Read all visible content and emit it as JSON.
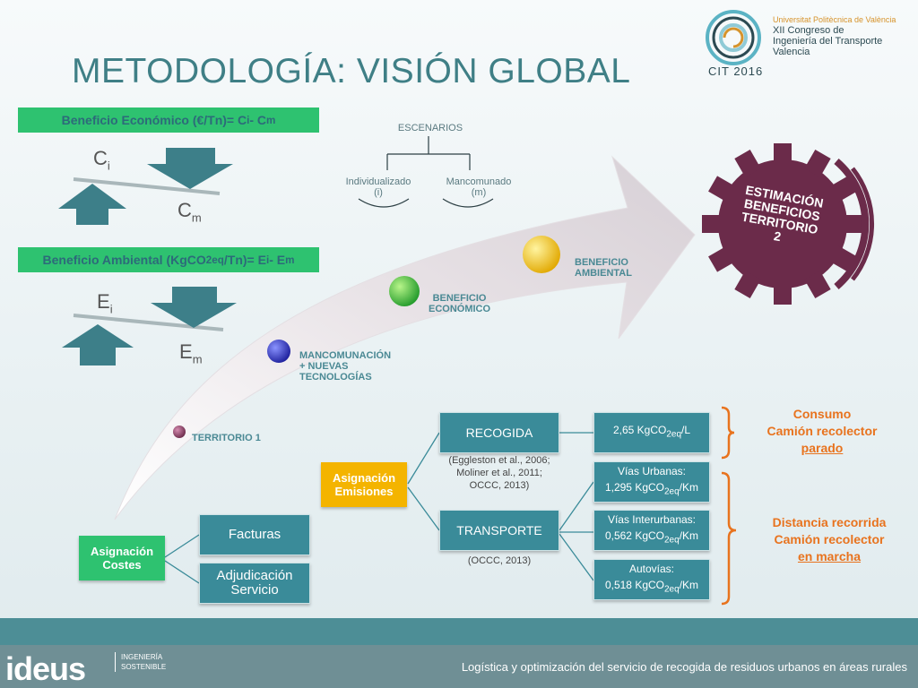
{
  "title": "METODOLOGÍA: VISIÓN GLOBAL",
  "logo": {
    "university": "Universitat Politècnica de València",
    "congress_line1": "XII Congreso de",
    "congress_line2": "Ingeniería del Transporte",
    "city": "Valencia",
    "year": "CIT 2016"
  },
  "economic": {
    "header_prefix": "Beneficio Económico (€/Tn)= C",
    "header_sub1": "i",
    "header_mid": " - C",
    "header_sub2": "m",
    "ci_main": "C",
    "ci_sub": "i",
    "cm_main": "C",
    "cm_sub": "m"
  },
  "environmental": {
    "header_prefix": "Beneficio Ambiental (KgCO",
    "header_sub": "2eq",
    "header_mid": "/Tn)= E",
    "header_sub1": "i",
    "header_mid2": " - E",
    "header_sub2": "m",
    "ei_main": "E",
    "ei_sub": "i",
    "em_main": "E",
    "em_sub": "m"
  },
  "scenarios": {
    "title": "ESCENARIOS",
    "left_line1": "Individualizado",
    "left_line2": "(i)",
    "right_line1": "Mancomunado",
    "right_line2": "(m)"
  },
  "steps": {
    "territorio1": "TERRITORIO 1",
    "mancom_line1": "MANCOMUNACIÓN",
    "mancom_line2": "+ NUEVAS",
    "mancom_line3": "TECNOLOGÍAS",
    "econ_line1": "BENEFICIO",
    "econ_line2": "ECONÓMICO",
    "amb_line1": "BENEFICIO",
    "amb_line2": "AMBIENTAL"
  },
  "gear": {
    "line1": "ESTIMACIÓN",
    "line2": "BENEFICIOS",
    "line3": "TERRITORIO",
    "line4": "2"
  },
  "costes": {
    "label_line1": "Asignación",
    "label_line2": "Costes",
    "facturas": "Facturas",
    "adj_line1": "Adjudicación",
    "adj_line2": "Servicio"
  },
  "emisiones": {
    "label_line1": "Asignación",
    "label_line2": "Emisiones",
    "recogida": "RECOGIDA",
    "transporte": "TRANSPORTE",
    "ref_recogida_line1": "(Eggleston et al., 2006;",
    "ref_recogida_line2": "Moliner et al., 2011;",
    "ref_recogida_line3": "OCCC, 2013)",
    "ref_transporte": "(OCCC, 2013)",
    "recogida_value_pre": "2,65 KgCO",
    "recogida_value_sub": "2eq",
    "recogida_value_post": "/L",
    "urbanas_label": "Vías Urbanas:",
    "urbanas_pre": "1,295 KgCO",
    "urbanas_sub": "2eq",
    "urbanas_post": "/Km",
    "interurbanas_label": "Vías Interurbanas:",
    "interurbanas_pre": "0,562 KgCO",
    "interurbanas_sub": "2eq",
    "interurbanas_post": "/Km",
    "autovias_label": "Autovías:",
    "autovias_pre": "0,518 KgCO",
    "autovias_sub": "2eq",
    "autovias_post": "/Km"
  },
  "notes": {
    "consumo_line1": "Consumo",
    "consumo_line2": "Camión recolector",
    "consumo_line3": "parado",
    "distancia_line1": "Distancia recorrida",
    "distancia_line2": "Camión recolector",
    "distancia_line3": "en marcha"
  },
  "footer": {
    "brand": "ideus",
    "brand_sub1": "INGENIERÍA",
    "brand_sub2": "SOSTENIBLE",
    "text": "Logística y optimización del servicio de recogida de residuos urbanos en áreas rurales"
  },
  "colors": {
    "teal": "#3a8b99",
    "green_bar": "#2ec270",
    "yellow_box": "#f4b400",
    "orange": "#e8731e",
    "gear": "#6b2b4a"
  }
}
